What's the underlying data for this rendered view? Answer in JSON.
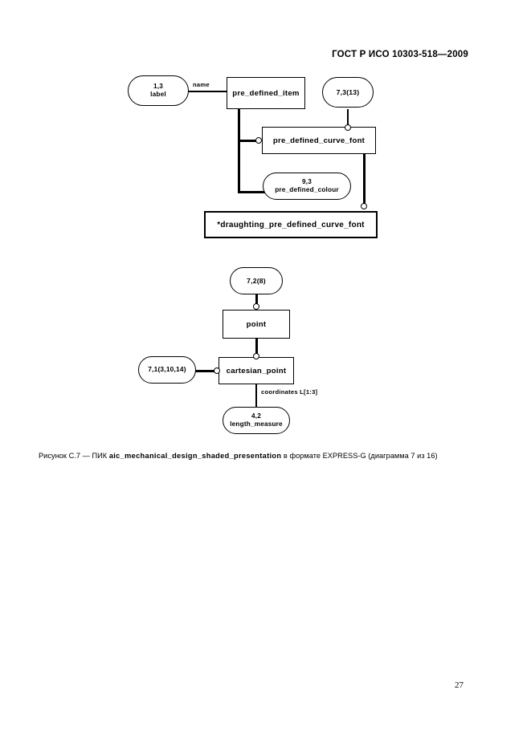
{
  "document": {
    "header": "ГОСТ Р ИСО 10303-518—2009",
    "page_number": "27"
  },
  "caption": {
    "prefix": "Рисунок  С.7 — ПИК ",
    "schema_name": "aic_mechanical_design_shaded_presentation",
    "suffix": " в формате EXPRESS-G (диаграмма 7 из 16)"
  },
  "diagram_top": {
    "nodes": {
      "label_ref": {
        "line1": "1,3",
        "line2": "label"
      },
      "pre_defined_item": "pre_defined_item",
      "page_ref_713": "7,3(13)",
      "pre_defined_curve_font": "pre_defined_curve_font",
      "pre_defined_colour": {
        "line1": "9,3",
        "line2": "pre_defined_colour"
      },
      "draughting_pre_defined_curve_font": "*draughting_pre_defined_curve_font"
    },
    "edges": {
      "name_attribute": "name"
    }
  },
  "diagram_bottom": {
    "nodes": {
      "page_ref_728": "7,2(8)",
      "point": "point",
      "page_ref_71": "7,1(3,10,14)",
      "cartesian_point": "cartesian_point",
      "length_measure": {
        "line1": "4,2",
        "line2": "length_measure"
      }
    },
    "edges": {
      "coordinates": "coordinates L[1:3]"
    }
  },
  "style": {
    "ink": "#000000",
    "paper": "#ffffff"
  }
}
